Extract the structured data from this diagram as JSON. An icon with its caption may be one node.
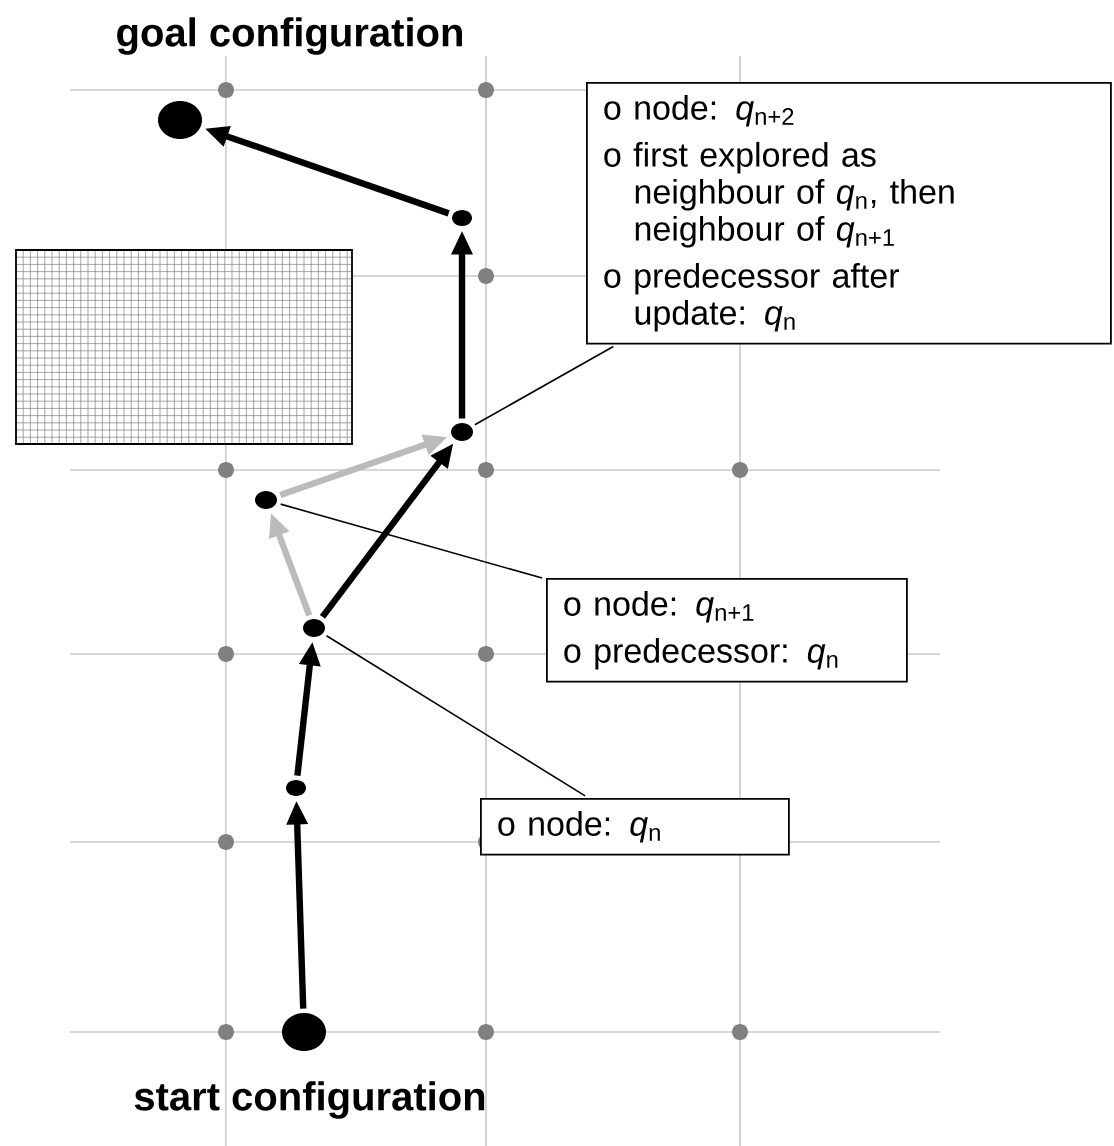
{
  "diagram": {
    "nodes": [
      {
        "text": [],
        "shape": "circle",
        "beside": [
          "goal configuration"
        ]
      },
      {
        "text": [],
        "shape": "circle"
      },
      {
        "text": [],
        "shape": "circle"
      },
      {
        "text": [],
        "shape": "circle"
      },
      {
        "text": [],
        "shape": "circle"
      },
      {
        "text": [],
        "shape": "circle"
      },
      {
        "text": [],
        "shape": "circle",
        "beside": [
          "start configuration"
        ]
      },
      {
        "text": [
          "o node: *q*$_{n+2}$",
          "o first explored as neighbour of *q*$_{n}$, then neighbour of *q*$_{n+1}$",
          "o predecessor after update: *q*$_{n}$"
        ]
      },
      {
        "text": [
          "o node: *q*$_{n+1}$",
          "o predecessor: *q*$_{n}$"
        ]
      },
      {
        "text": [
          "o node: *q*$_{n}$"
        ]
      }
    ],
    "edges": [
      {
        "from": 6,
        "to": 5,
        "arrow": "to"
      },
      {
        "from": 5,
        "to": 4,
        "arrow": "to"
      },
      {
        "from": 4,
        "to": 2,
        "arrow": "to"
      },
      {
        "from": 2,
        "to": 1,
        "arrow": "to"
      },
      {
        "from": 1,
        "to": 0,
        "arrow": "to"
      },
      {
        "from": 4,
        "to": 3,
        "arrow": "to",
        "color": "#bbbbbb"
      },
      {
        "from": 3,
        "to": 2,
        "arrow": "to",
        "color": "#bbbbbb"
      },
      {
        "from": 7,
        "to": 2,
        "arrow": "none"
      },
      {
        "from": 8,
        "to": 3,
        "arrow": "none"
      },
      {
        "from": 9,
        "to": 4,
        "arrow": "none"
      }
    ]
  }
}
